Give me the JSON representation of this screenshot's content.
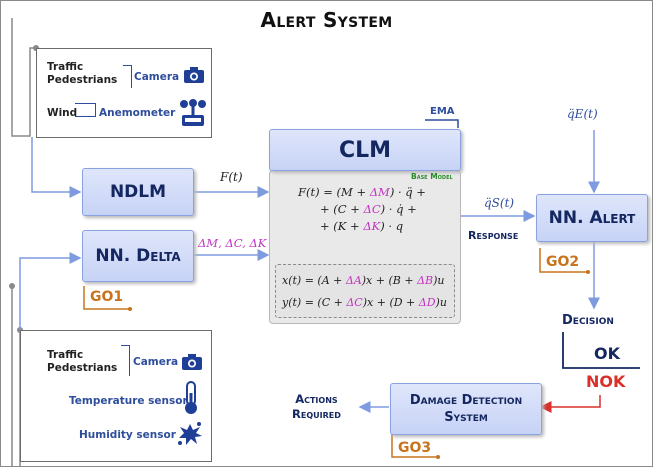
{
  "title": "Alert System",
  "sensors_top": {
    "camera_inputs": "Traffic\nPedestrians",
    "camera_label": "Camera",
    "wind_input": "Wind",
    "anemometer_label": "Anemometer"
  },
  "sensors_bottom": {
    "camera_inputs": "Traffic\nPedestrians",
    "camera_label": "Camera",
    "temperature_label": "Temperature sensor",
    "humidity_label": "Humidity sensor"
  },
  "blocks": {
    "ndlm": "NDLM",
    "nn_delta": "NN. Delta",
    "clm": "CLM",
    "base_model": "Base Model",
    "nn_alert": "NN. Alert",
    "damage_detection": "Damage Detection\nSystem"
  },
  "labels": {
    "ema": "EMA",
    "response": "Response",
    "decision": "Decision",
    "ok": "OK",
    "nok": "NOK",
    "actions_required": "Actions\nRequired",
    "go1": "GO1",
    "go2": "GO2",
    "go3": "GO3"
  },
  "math": {
    "f_of_t": "F(t)",
    "deltas": "ΔM, ΔC, ΔK",
    "qs": "q̈S(t)",
    "qe": "q̈E(t)"
  },
  "colors": {
    "block_fill": "#c7d3f6",
    "block_border": "#8aa2e0",
    "arrow_blue": "#7f9be0",
    "go_orange": "#c8731e",
    "nok_red": "#d9302c",
    "navy": "#142760"
  }
}
